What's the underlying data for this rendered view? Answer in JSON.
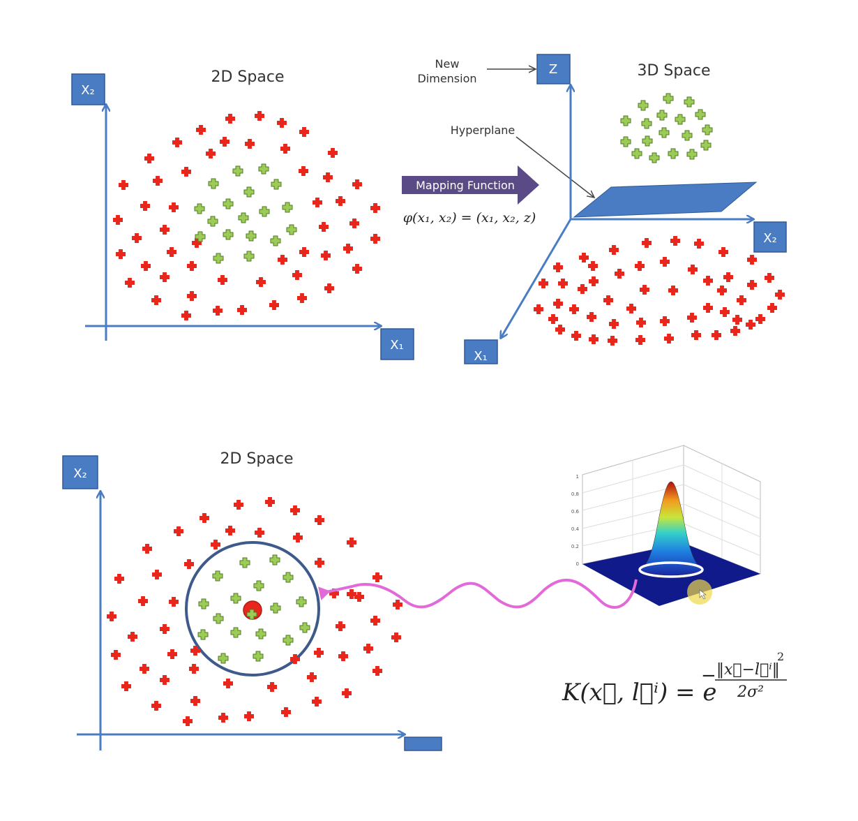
{
  "colors": {
    "axis": "#4a7cc4",
    "box": "#4a7cc4",
    "box_border": "#2f5a99",
    "red_plus": "#e8261c",
    "green_plus": "#9ccc55",
    "green_stroke": "#4f7a26",
    "circle": "#3d5a8a",
    "arrow_purple": "#5a4a86",
    "squiggle": "#e26ad8",
    "plane": "#4a7cc4"
  },
  "panel_top_left": {
    "title": "2D Space",
    "y_axis_label": "X₂",
    "x_axis_label": "X₁"
  },
  "panel_top_mid": {
    "new_dimension": [
      "New",
      "Dimension"
    ],
    "hyperplane": "Hyperplane",
    "mapping_function": "Mapping Function",
    "formula": "φ(x₁, x₂) = (x₁, x₂, z)"
  },
  "panel_top_right": {
    "title": "3D Space",
    "z_label": "Z",
    "x2_label": "X₂",
    "x1_label": "X₁"
  },
  "panel_bottom_left": {
    "title": "2D Space",
    "y_axis_label": "X₂"
  },
  "panel_bottom_right": {
    "kernel_lhs": "K(x⃗, l⃗ⁱ) = e",
    "kernel_numerator": "‖x⃗−l⃗ⁱ‖",
    "kernel_power": "2",
    "kernel_denominator": "2σ²",
    "plot_ticks": [
      "1",
      "0.8",
      "0.6",
      "0.4",
      "0.2",
      "0"
    ]
  }
}
